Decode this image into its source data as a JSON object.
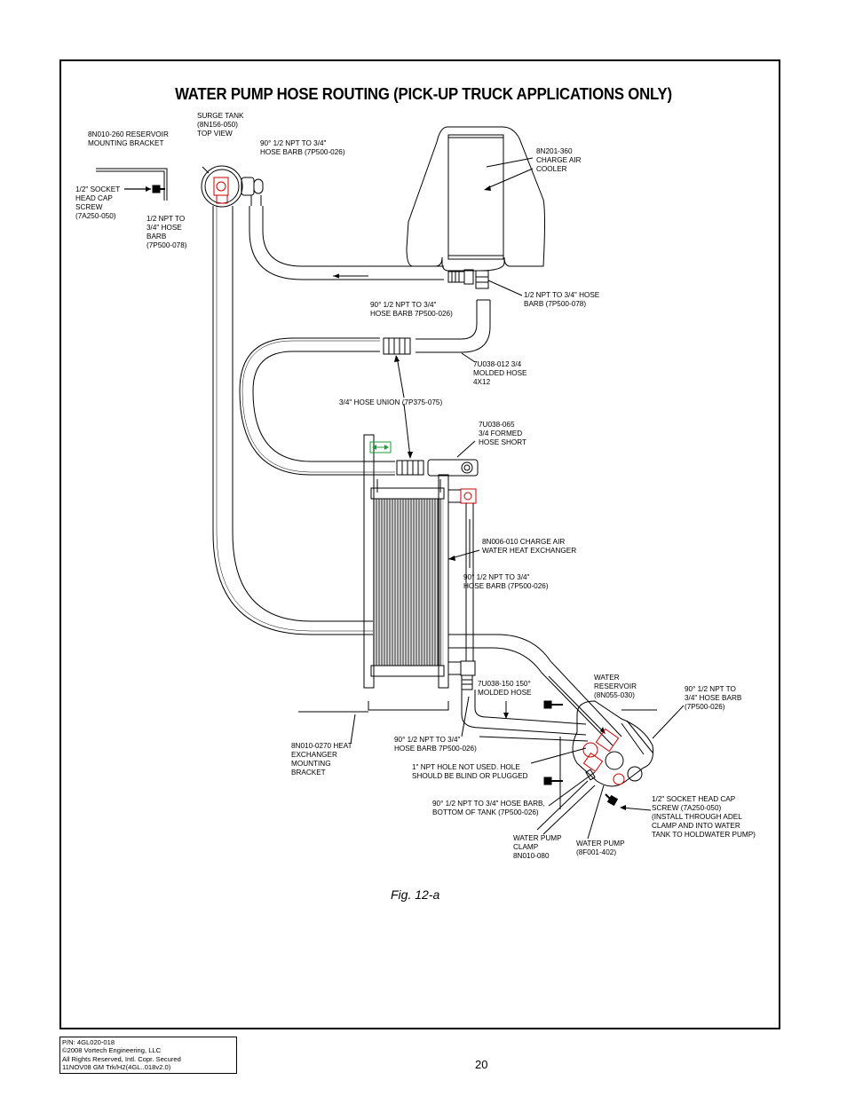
{
  "title": "WATER PUMP HOSE ROUTING (PICK-UP TRUCK APPLICATIONS ONLY)",
  "labels": {
    "reservoir_bracket": "8N010-260 RESERVOIR\nMOUNTING BRACKET",
    "surge_tank": "SURGE TANK\n(8N156-050)\nTOP VIEW",
    "hose_barb_top": "90° 1/2 NPT TO 3/4\"\nHOSE BARB (7P500-026)",
    "charge_air_cooler": "8N201-360\nCHARGE AIR\nCOOLER",
    "socket_screw_left": "1/2\" SOCKET\nHEAD CAP\nSCREW\n(7A250-050)",
    "npt_barb_left": "1/2 NPT TO\n3/4\" HOSE\nBARB\n(7P500-078)",
    "npt_barb_cooler": "1/2 NPT TO 3/4\" HOSE\nBARB (7P500-078)",
    "barb_cooler_90": "90° 1/2 NPT TO 3/4\"\nHOSE BARB 7P500-026)",
    "molded_hose_4x12": "7U038-012 3/4\nMOLDED HOSE\n4X12",
    "hose_union": "3/4\" HOSE UNION (7P375-075)",
    "formed_hose_short": "7U038-065\n3/4 FORMED\nHOSE SHORT",
    "heat_exchanger": "8N006-010 CHARGE AIR\nWATER HEAT EXCHANGER",
    "barb_exchanger": "90° 1/2 NPT TO 3/4\"\nHOSE BARB (7P500-026)",
    "molded_hose_150": "7U038-150 150°\nMOLDED HOSE",
    "water_reservoir": "WATER\nRESERVOIR\n(8N055-030)",
    "barb_right": "90° 1/2 NPT TO\n3/4\" HOSE BARB\n(7P500-026)",
    "exchanger_bracket": "8N010-0270 HEAT\nEXCHANGER\nMOUNTING\nBRACKET",
    "barb_lower": "90° 1/2 NPT TO 3/4\"\nHOSE BARB 7P500-026)",
    "npt_hole": "1\" NPT HOLE NOT USED. HOLE\nSHOULD BE BLIND OR PLUGGED",
    "barb_bottom_tank": "90° 1/2 NPT TO 3/4\" HOSE BARB,\nBOTTOM OF TANK (7P500-026)",
    "socket_screw_right": "1/2\" SOCKET HEAD CAP\nSCREW (7A250-050)\n(INSTALL THROUGH ADEL\nCLAMP AND INTO WATER\nTANK TO HOLDWATER PUMP)",
    "water_pump_clamp": "WATER PUMP\nCLAMP\n8N010-080",
    "water_pump": "WATER PUMP\n(8F001-402)"
  },
  "figure_caption": "Fig. 12-a",
  "footer": {
    "lines": [
      "P/N: 4GL020-018",
      "©2008 Vortech Engineering, LLC",
      "All Rights Reserved, Intl. Copr. Secured",
      "11NOV08 GM Trk/H2(4GL..018v2.0)"
    ],
    "page_number": "20"
  },
  "colors": {
    "line": "#000000",
    "accent_red": "#cc0000",
    "accent_green": "#1a9c3a"
  }
}
